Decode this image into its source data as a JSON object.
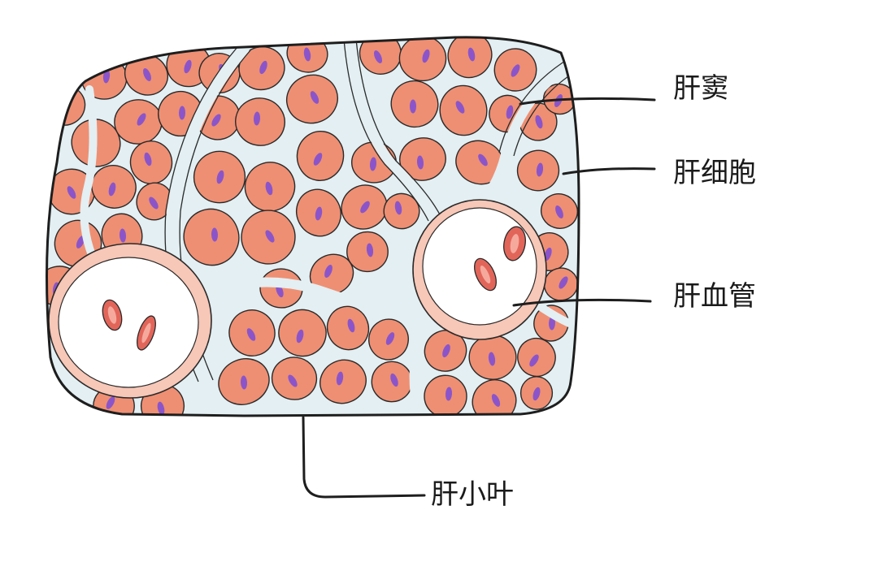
{
  "labels": {
    "sinusoid": "肝窦",
    "hepatocyte": "肝细胞",
    "vessel": "肝血管",
    "lobule": "肝小叶"
  },
  "colors": {
    "cell_fill": "#ee8f73",
    "cell_shade": "#f2a186",
    "nucleus": "#8b55c9",
    "sinusoid": "#e3eff2",
    "vessel_ring": "#f7c7b7",
    "vessel_lumen": "#ffffff",
    "rbc": "#e2655a",
    "outline": "#2a2a2a"
  },
  "icons": {
    "leader_lines": "callout-line"
  }
}
